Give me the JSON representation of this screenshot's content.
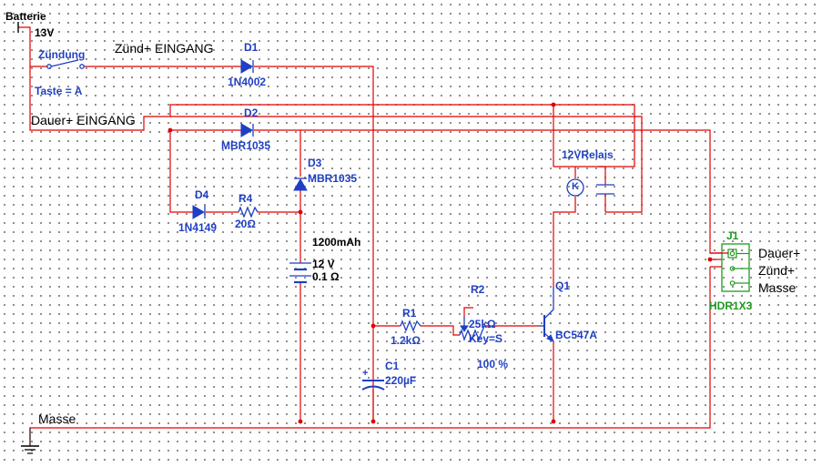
{
  "labels": {
    "batterie": "Batterie",
    "v13": "13V",
    "zuendung": "Zündung",
    "taste": "Taste = A",
    "zuend_eingang": "Zünd+ EINGANG",
    "dauer_eingang": "Dauer+ EINGANG",
    "masse": "Masse"
  },
  "d1": {
    "ref": "D1",
    "part": "1N4002"
  },
  "d2": {
    "ref": "D2",
    "part": "MBR1035"
  },
  "d3": {
    "ref": "D3",
    "part": "MBR1035"
  },
  "d4": {
    "ref": "D4",
    "part": "1N4149"
  },
  "r4": {
    "ref": "R4",
    "value": "20Ω"
  },
  "battery": {
    "capacity": "1200mAh",
    "voltage": "12 V",
    "resistance": "0.1 Ω"
  },
  "r1": {
    "ref": "R1",
    "value": "1.2kΩ"
  },
  "r2": {
    "ref": "R2",
    "value": "25kΩ",
    "key": "Key=S",
    "percent": "100 %"
  },
  "c1": {
    "ref": "C1",
    "value": "220µF"
  },
  "q1": {
    "ref": "Q1",
    "part": "BC547A"
  },
  "relay": {
    "name": "12VRelais",
    "coil": "K"
  },
  "j1": {
    "ref": "J1",
    "part": "HDR1X3",
    "pins": [
      "Dauer+",
      "Zünd+",
      "Masse"
    ]
  },
  "colors": {
    "wire": "#e00000",
    "component": "#1f3fc4",
    "connector": "#1e9a1e",
    "grid_dot": "#555555"
  }
}
